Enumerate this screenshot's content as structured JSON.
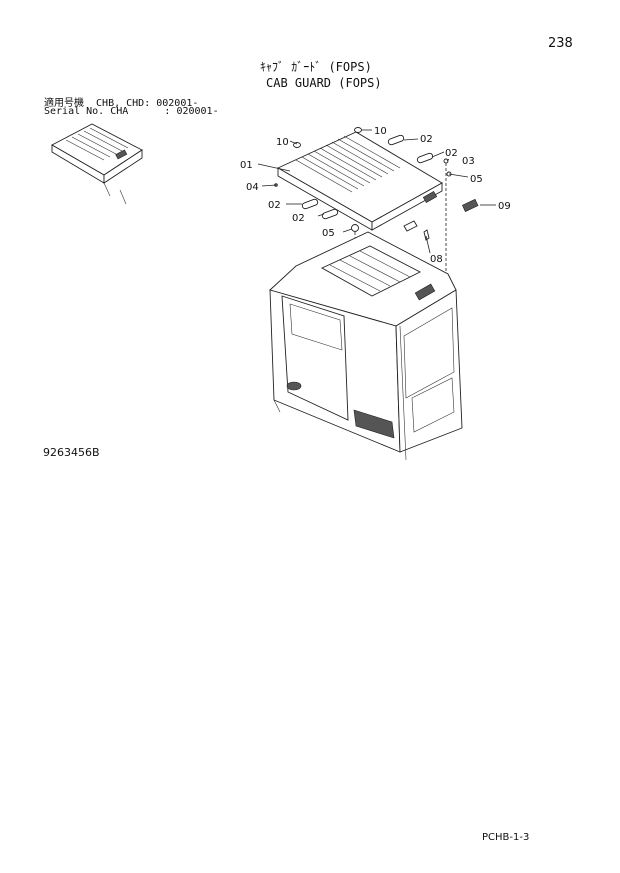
{
  "page": {
    "number": "238",
    "title_jp": "ｷｬﾌﾞ ｶﾞｰﾄﾞ (FOPS)",
    "title_en": "CAB GUARD (FOPS)",
    "applicability_1": "適用号機  CHB, CHD: 002001-",
    "applicability_2": "Serial No. CHA      : 020001-",
    "drawing_number": "9263456B",
    "page_code": "PCHB-1-3"
  },
  "callouts": {
    "c10a": "10",
    "c10b": "10",
    "c02a": "02",
    "c02b": "02",
    "c03": "03",
    "c01": "01",
    "c05a": "05",
    "c04": "04",
    "c09": "09",
    "c02c": "02",
    "c02d": "02",
    "c05b": "05",
    "c08": "08"
  }
}
